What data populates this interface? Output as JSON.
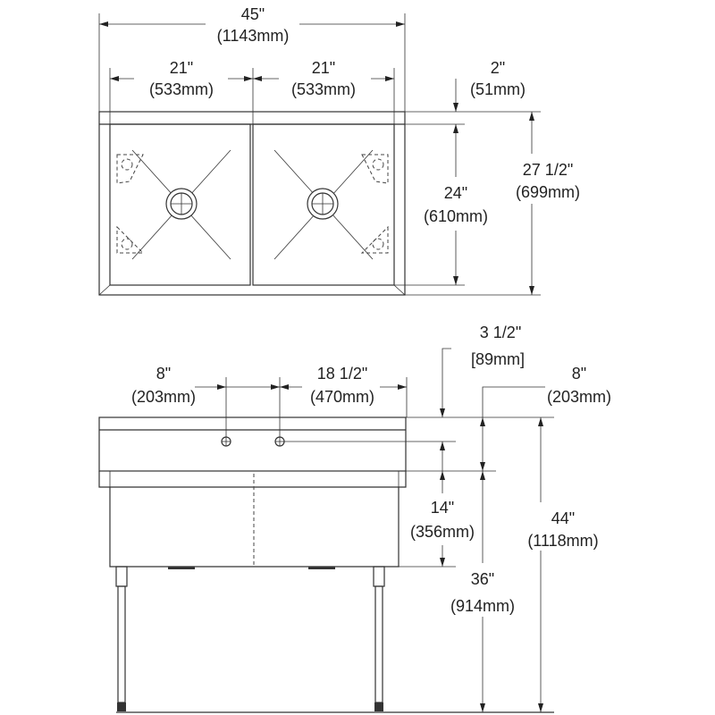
{
  "plan_view": {
    "overall_width": {
      "in": "45\"",
      "mm": "(1143mm)"
    },
    "left_bowl_width": {
      "in": "21\"",
      "mm": "(533mm)"
    },
    "right_bowl_width": {
      "in": "21\"",
      "mm": "(533mm)"
    },
    "backsplash_depth": {
      "in": "2\"",
      "mm": "(51mm)"
    },
    "bowl_depth": {
      "in": "24\"",
      "mm": "(610mm)"
    },
    "overall_depth": {
      "in": "27 1/2\"",
      "mm": "(699mm)"
    }
  },
  "elevation_view": {
    "faucet_spacing": {
      "in": "8\"",
      "mm": "(203mm)"
    },
    "faucet_to_edge": {
      "in": "18 1/2\"",
      "mm": "(470mm)"
    },
    "faucet_height": {
      "in": "3 1/2\"",
      "mm": "[89mm]"
    },
    "backsplash_height": {
      "in": "8\"",
      "mm": "(203mm)"
    },
    "bowl_height": {
      "in": "14\"",
      "mm": "(356mm)"
    },
    "rim_height": {
      "in": "36\"",
      "mm": "(914mm)"
    },
    "overall_height": {
      "in": "44\"",
      "mm": "(1118mm)"
    }
  }
}
